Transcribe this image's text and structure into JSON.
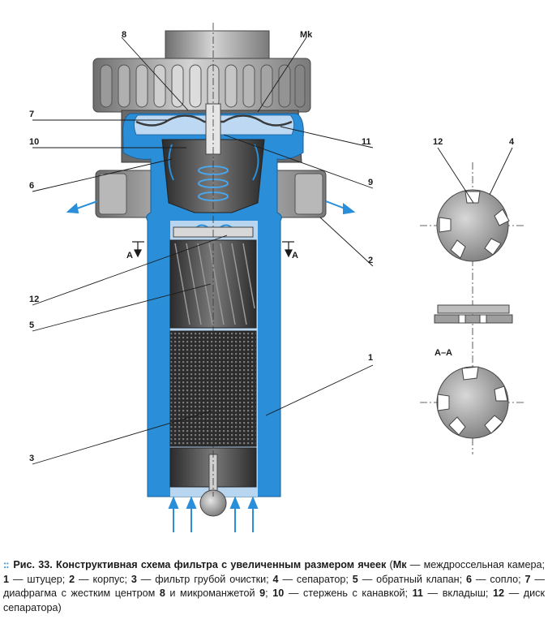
{
  "colors": {
    "accent": "#2a8fd8",
    "metal": "#8a8a8a",
    "dark": "#3a3a3a",
    "light_blue": "#bcd8f2"
  },
  "labels": {
    "l8": "8",
    "lMk": "Mk",
    "l7": "7",
    "l10": "10",
    "l6": "6",
    "l11": "11",
    "l9": "9",
    "l2": "2",
    "l12": "12",
    "l5": "5",
    "l1": "1",
    "l3": "3",
    "lA1": "A",
    "lA2": "A",
    "r12": "12",
    "r4": "4",
    "rAA": "A–A"
  },
  "caption": {
    "bullet": "::",
    "title": "Рис. 33. Конструктивная схема фильтра с увеличенным размером ячеек",
    "p1": " (",
    "mk": "Мк",
    "p2": " — междроссельная камера; ",
    "n1": "1",
    "t1": " — штуцер; ",
    "n2": "2",
    "t2": " — корпус; ",
    "n3": "3",
    "t3": " — фильтр грубой очистки; ",
    "n4": "4",
    "t4": " — сепаратор; ",
    "n5": "5",
    "t5": " — обратный клапан; ",
    "n6": "6",
    "t6": " — сопло; ",
    "n7": "7",
    "t7": " — диафрагма с жестким центром ",
    "n8": "8",
    "t8": " и микроманжетой ",
    "n9": "9",
    "t9": "; ",
    "n10": "10",
    "t10": " — стержень с канавкой; ",
    "n11": "11",
    "t11": " — вкладыш; ",
    "n12": "12",
    "t12": " — диск сепаратора)"
  }
}
